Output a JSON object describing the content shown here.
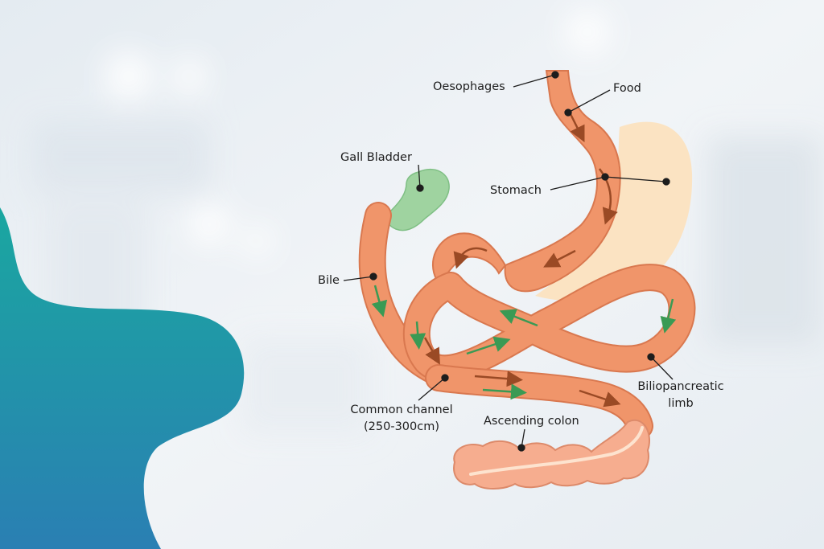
{
  "diagram": {
    "title": "Duodenal switch digestive anatomy",
    "labels": {
      "oesophages": "Oesophages",
      "food": "Food",
      "gall_bladder": "Gall Bladder",
      "stomach": "Stomach",
      "bile": "Bile",
      "biliopancreatic_limb_line1": "Biliopancreatic",
      "biliopancreatic_limb_line2": "limb",
      "common_channel_line1": "Common channel",
      "common_channel_line2": "(250-300cm)",
      "ascending_colon": "Ascending colon"
    },
    "colors": {
      "intestine": "#f0956a",
      "intestine_dark": "#d9784f",
      "stomach_removed": "#fbe3c2",
      "gall_bladder": "#9fd3a0",
      "arrow_brown": "#9a4a25",
      "arrow_green": "#3a9a54",
      "teal_shape": "#1f8fa3"
    }
  }
}
